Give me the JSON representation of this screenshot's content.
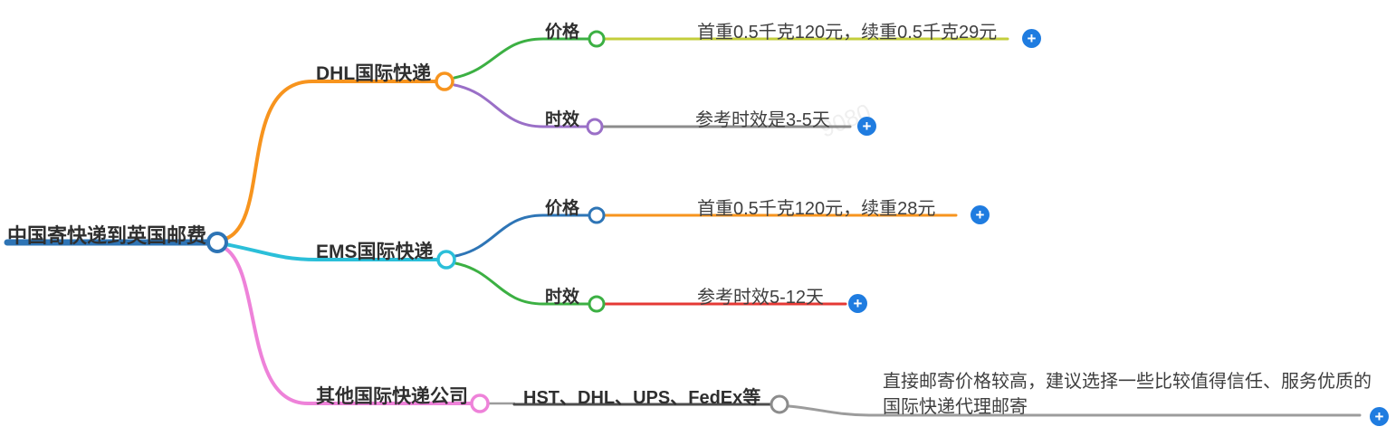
{
  "title": "中国寄快递到英国邮费",
  "root": {
    "label": "中国寄快递到英国邮费"
  },
  "branches": [
    {
      "label": "DHL国际快递",
      "children": [
        {
          "label": "价格",
          "value": "首重0.5千克120元，续重0.5千克29元"
        },
        {
          "label": "时效",
          "value": "参考时效是3-5天"
        }
      ]
    },
    {
      "label": "EMS国际快递",
      "children": [
        {
          "label": "价格",
          "value": "首重0.5千克120元，续重28元"
        },
        {
          "label": "时效",
          "value": "参考时效5-12天"
        }
      ]
    },
    {
      "label": "其他国际快递公司",
      "children": [
        {
          "label": "HST、DHL、UPS、FedEx等",
          "value": "直接邮寄价格较高，建议选择一些比较值得信任、服务优质的国际快递代理邮寄"
        }
      ]
    }
  ],
  "icons": {
    "plus": "+"
  },
  "watermark": "9080",
  "colors": {
    "root_underline": "#2E74B5",
    "branch_dhl": "#F7941E",
    "branch_ems": "#2BBFD9",
    "branch_other": "#EE82D9",
    "dhl_price_link": "#3CB043",
    "dhl_price_underline": "#C3CE3B",
    "dhl_time_link": "#9A6FC7",
    "dhl_time_underline": "#8C8C8C",
    "ems_price_link": "#2E75B6",
    "ems_price_underline": "#F7941E",
    "ems_time_link": "#3CB043",
    "ems_time_underline": "#E53935",
    "other_link_light": "#9C9C9C",
    "other_label_underline": "#4D4D4D",
    "hst_node": "#8C8C8C",
    "plus_icon_bg": "#1F7CE0",
    "text_label": "#2F2F2F",
    "text_value": "#3F3F3F"
  }
}
